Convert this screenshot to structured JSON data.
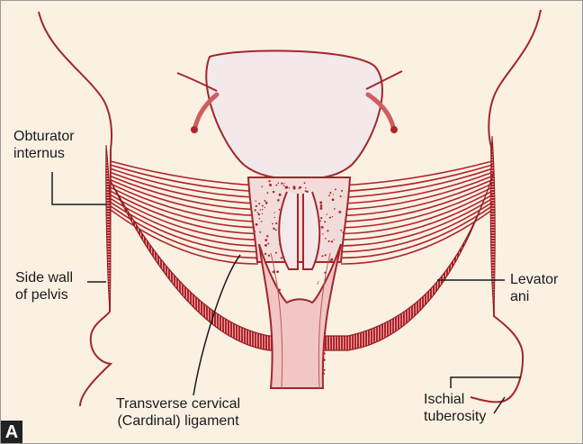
{
  "labels": {
    "obturator_internus": [
      "Obturator",
      "internus"
    ],
    "side_wall": [
      "Side wall",
      "of pelvis"
    ],
    "levator_ani": [
      "Levator",
      "ani"
    ],
    "transverse_cervical": [
      "Transverse cervical",
      "(Cardinal) ligament"
    ],
    "ischial_tuberosity": [
      "Ischial",
      "tuberosity"
    ]
  },
  "panel_letter": "A",
  "colors": {
    "background": "#fbf1e3",
    "muscle": "#b0242b",
    "uterus_fill": "#f3e9ea",
    "vagina_fill": "#f2c6c4",
    "outline": "#a2262c",
    "leader": "#1a1a1a"
  }
}
